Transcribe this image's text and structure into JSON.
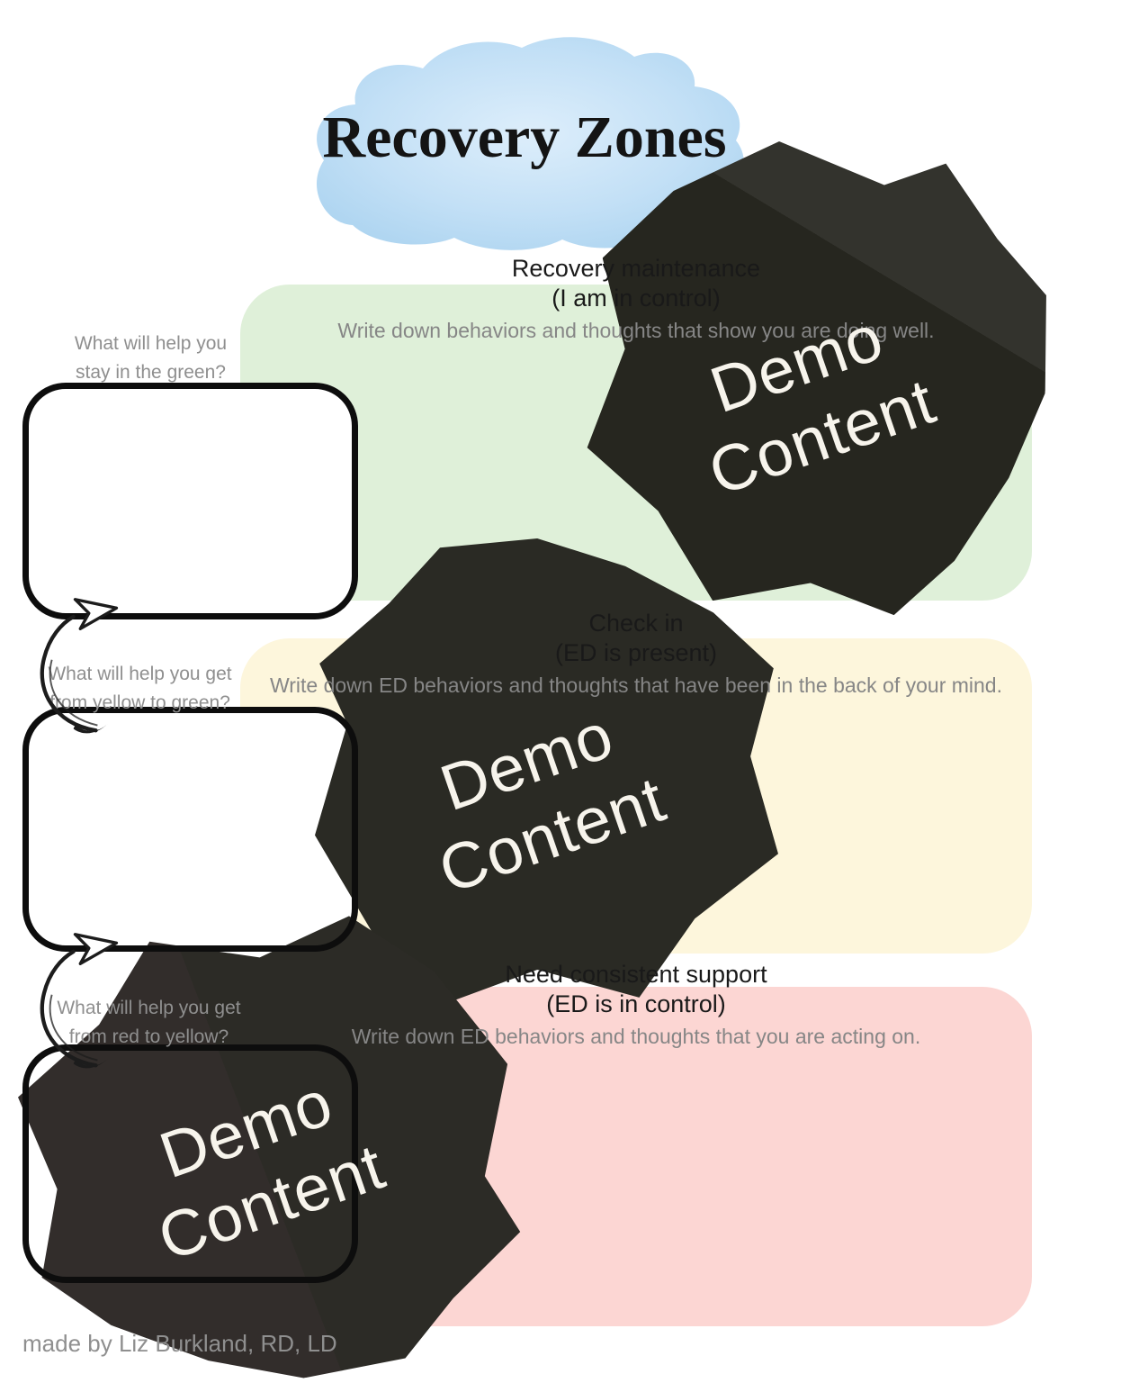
{
  "title": "Recovery Zones",
  "zones": [
    {
      "id": "green",
      "heading": "Recovery maintenance",
      "subheading": "(I am in control)",
      "instruction": "Write down behaviors and thoughts that show you are doing well.",
      "color": "#dff0d9"
    },
    {
      "id": "yellow",
      "heading": "Check in",
      "subheading": "(ED is present)",
      "instruction": "Write down ED behaviors and thoughts that have been in the back of your mind.",
      "color": "#fdf6dc"
    },
    {
      "id": "red",
      "heading": "Need consistent support",
      "subheading": "(ED is in control)",
      "instruction": "Write down ED behaviors and thoughts that you are acting on.",
      "color": "#fcd6d3"
    }
  ],
  "prompts": [
    {
      "line1": "What will help you",
      "line2": "stay in the green?"
    },
    {
      "line1": "What will help you get",
      "line2": "from yellow to green?"
    },
    {
      "line1": "What will help you get",
      "line2": "from red to yellow?"
    }
  ],
  "answer_boxes": [
    {
      "value": ""
    },
    {
      "value": ""
    },
    {
      "value": ""
    }
  ],
  "watermark": {
    "line1": "Demo",
    "line2": "Content",
    "blob_color": "#2a2a24",
    "text_color": "#f7f4ec"
  },
  "footer": {
    "credit": "made by Liz Burkland, RD, LD"
  },
  "colors": {
    "cloud_blue": "#b9dbf4",
    "heading_text": "#191919",
    "instruction_gray": "#868686",
    "prompt_gray": "#8f8f8f"
  }
}
